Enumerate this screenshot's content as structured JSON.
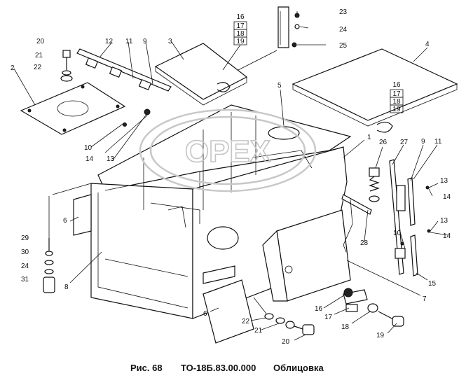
{
  "caption": {
    "fig": "Рис. 68",
    "code": "ТО-18Б.83.00.000",
    "title": "Облицовка"
  },
  "watermark": {
    "text": "OPEX"
  },
  "callouts": [
    {
      "text": "1"
    },
    {
      "text": "2"
    },
    {
      "text": "3"
    },
    {
      "text": "4"
    },
    {
      "text": "5"
    },
    {
      "text": "6"
    },
    {
      "text": "6"
    },
    {
      "text": "7"
    },
    {
      "text": "8"
    },
    {
      "text": "9"
    },
    {
      "text": "9"
    },
    {
      "text": "10"
    },
    {
      "text": "10"
    },
    {
      "text": "11"
    },
    {
      "text": "11"
    },
    {
      "text": "12"
    },
    {
      "text": "13"
    },
    {
      "text": "13"
    },
    {
      "text": "13"
    },
    {
      "text": "14"
    },
    {
      "text": "14"
    },
    {
      "text": "14"
    },
    {
      "text": "15"
    },
    {
      "text": "16"
    },
    {
      "text": "17"
    },
    {
      "text": "18"
    },
    {
      "text": "19"
    },
    {
      "text": "20"
    },
    {
      "text": "20"
    },
    {
      "text": "21"
    },
    {
      "text": "21"
    },
    {
      "text": "22"
    },
    {
      "text": "22"
    },
    {
      "text": "23"
    },
    {
      "text": "24"
    },
    {
      "text": "24"
    },
    {
      "text": "25"
    },
    {
      "text": "26"
    },
    {
      "text": "27"
    },
    {
      "text": "28"
    },
    {
      "text": "29"
    },
    {
      "text": "30"
    },
    {
      "text": "31"
    }
  ],
  "stacks": [
    {
      "items": [
        "16",
        "17",
        "18",
        "19"
      ]
    },
    {
      "items": [
        "16",
        "17",
        "18",
        "19"
      ]
    }
  ]
}
